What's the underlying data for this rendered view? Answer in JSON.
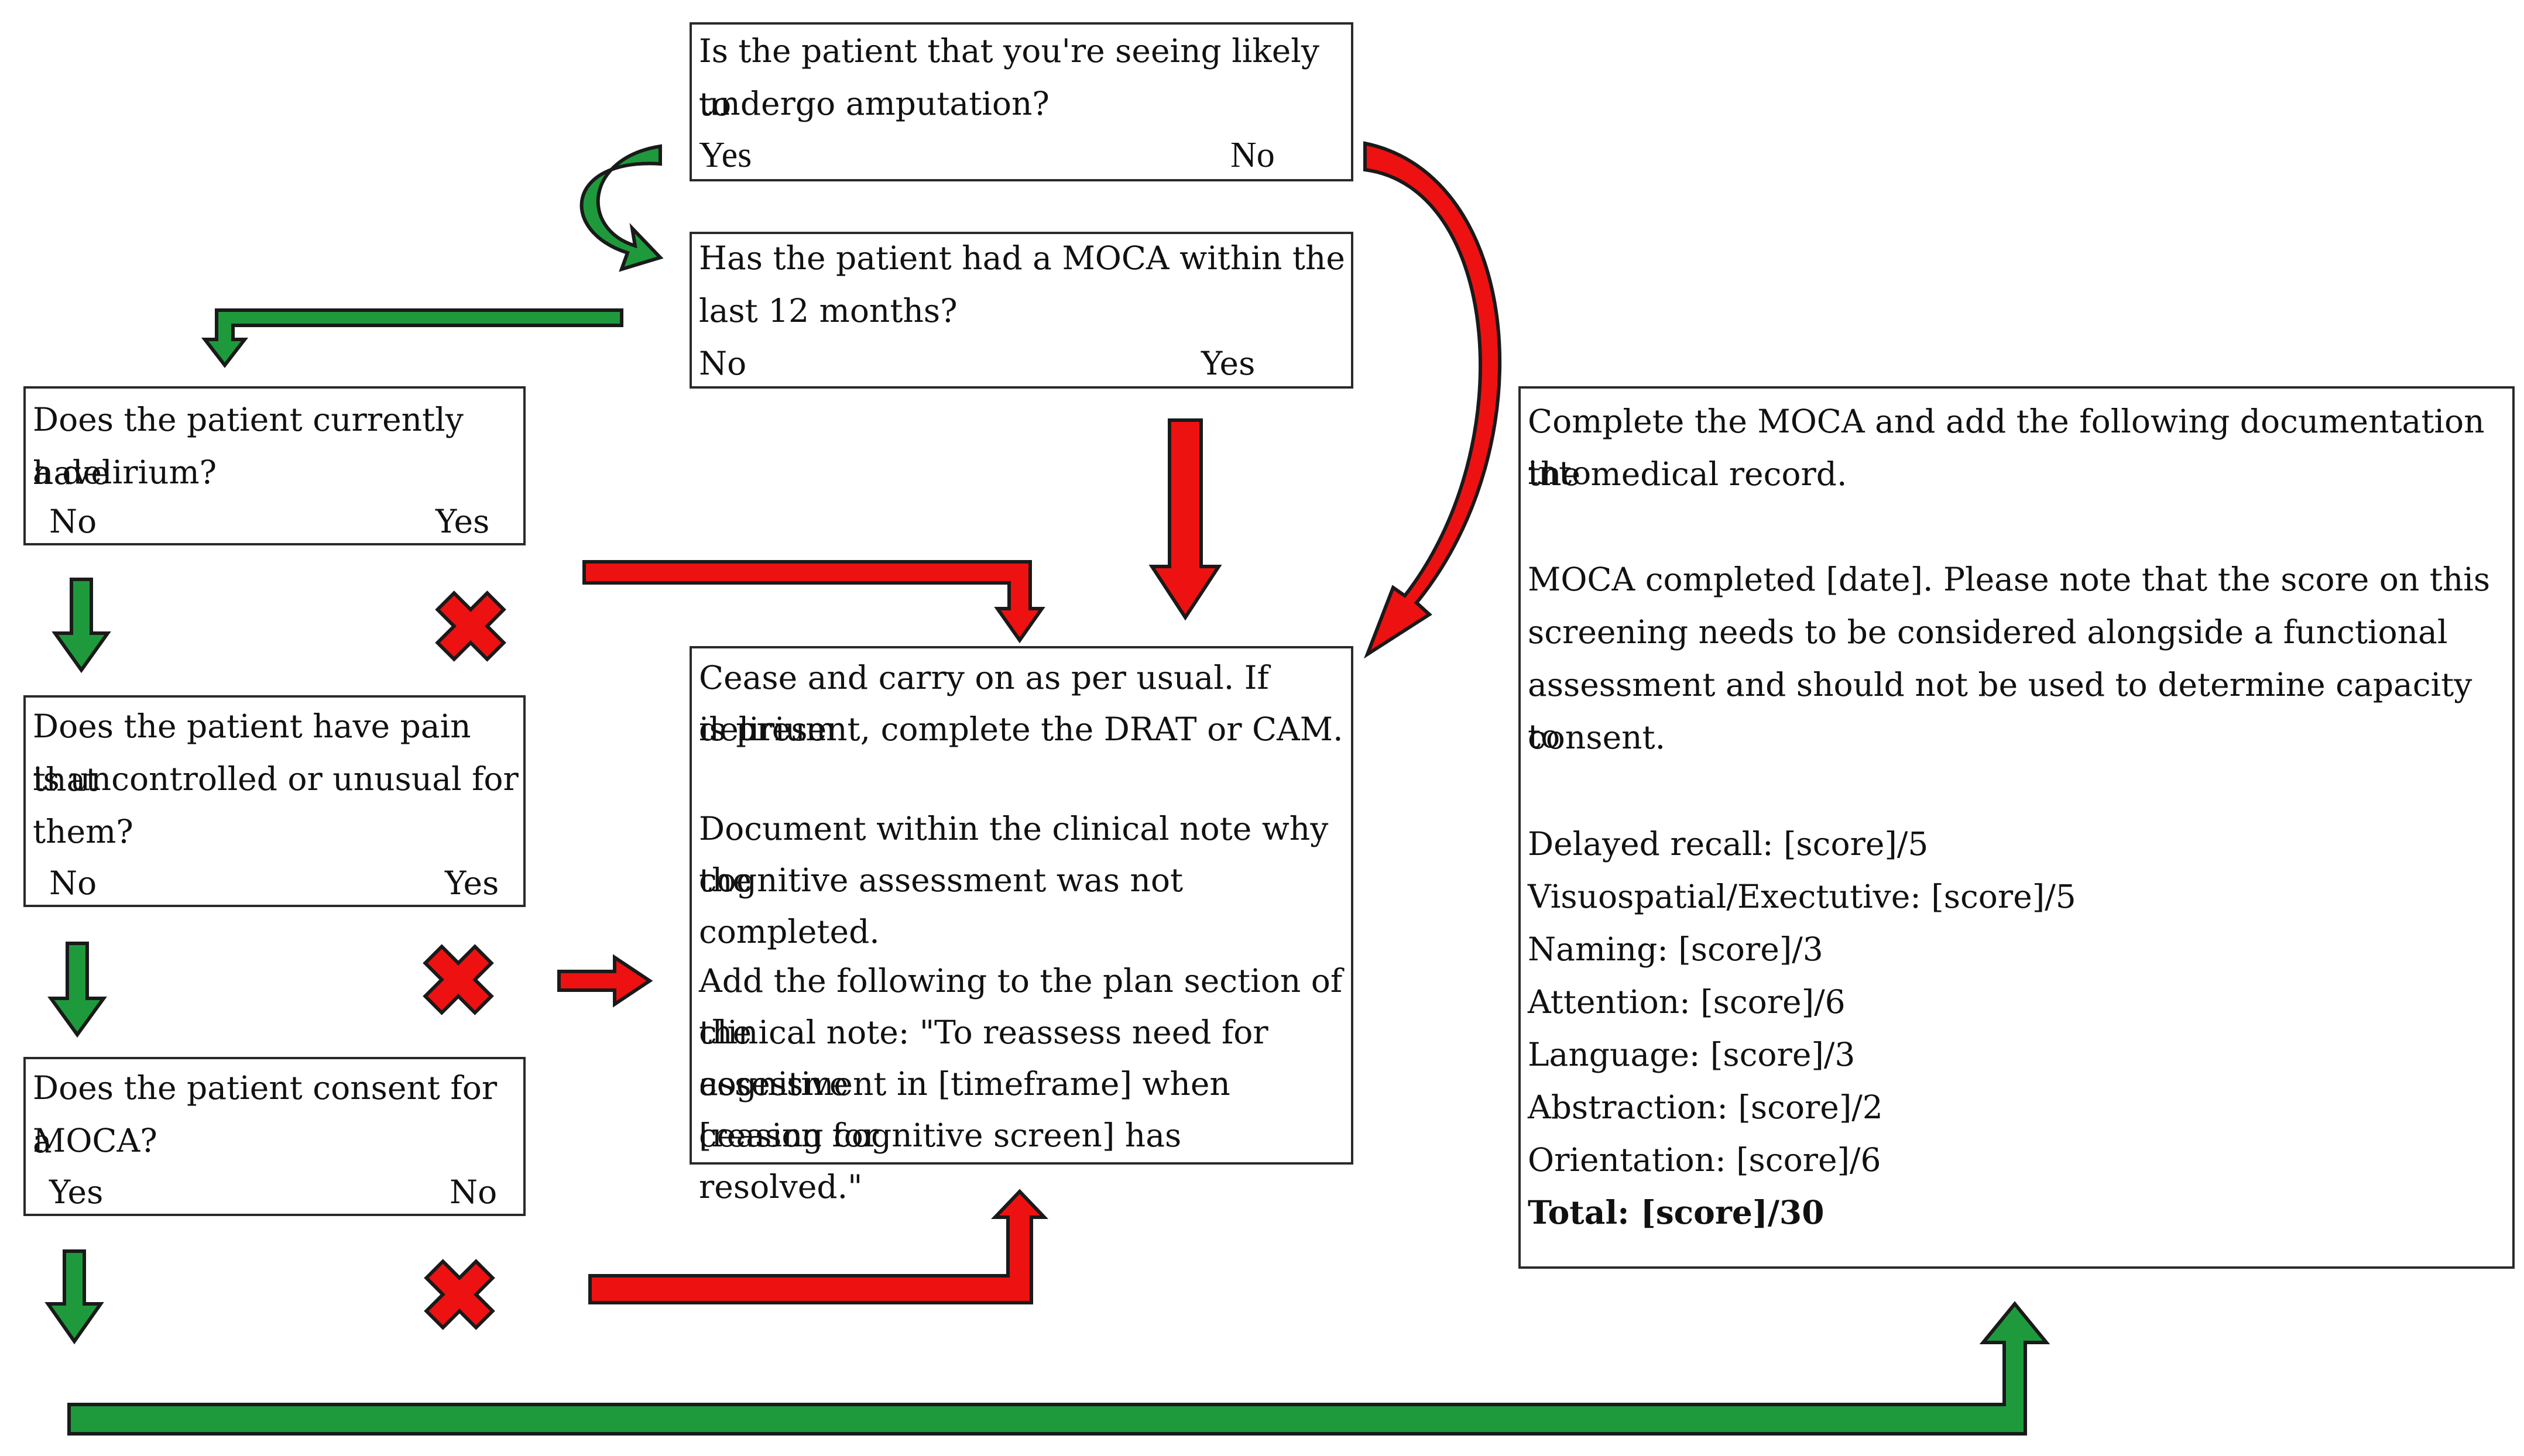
{
  "colors": {
    "green": "#1e9a3c",
    "red": "#ee1111",
    "border": "#2a2a2a"
  },
  "q1": {
    "line1": "Is the patient that you're seeing likely to",
    "line2": "undergo amputation?",
    "yes": "Yes",
    "no": "No"
  },
  "q2": {
    "line1": "Has the patient had a MOCA within the",
    "line2": "last 12 months?",
    "no": "No",
    "yes": "Yes"
  },
  "q3": {
    "line1": "Does the patient currently have",
    "line2": "a delirium?",
    "no": "No",
    "yes": "Yes"
  },
  "q4": {
    "line1": "Does the patient have pain that",
    "line2": "is uncontrolled or unusual for",
    "line3": "them?",
    "no": "No",
    "yes": "Yes"
  },
  "q5": {
    "line1": "Does the patient consent for a",
    "line2": "MOCA?",
    "yes": "Yes",
    "no": "No"
  },
  "cease": {
    "p1_l1": "Cease and carry on as per usual. If delirium",
    "p1_l2": "is present, complete the DRAT or CAM.",
    "p2_l1": "Document within the clinical note why the",
    "p2_l2": "cognitive assessment was not completed.",
    "p3_l1": "Add the following to the plan section of the",
    "p3_l2": "clinical note: \"To reassess need for cognitive",
    "p3_l3": "assessment in [timeframe] when [reason for",
    "p3_l4": "ceasing cognitive screen] has resolved.\""
  },
  "complete": {
    "p1_l1": "Complete the MOCA and add the following documentation into",
    "p1_l2": "the medical record.",
    "p2_l1": "MOCA completed [date]. Please note that the score on this",
    "p2_l2": "screening needs to be considered alongside a functional",
    "p2_l3": "assessment and should not be used to determine capacity to",
    "p2_l4": "consent.",
    "scores": [
      "Delayed recall: [score]/5",
      "Visuospatial/Exectutive: [score]/5",
      "Naming: [score]/3",
      "Attention: [score]/6",
      "Language: [score]/3",
      "Abstraction: [score]/2",
      "Orientation: [score]/6"
    ],
    "total": "Total: [score]/30"
  }
}
